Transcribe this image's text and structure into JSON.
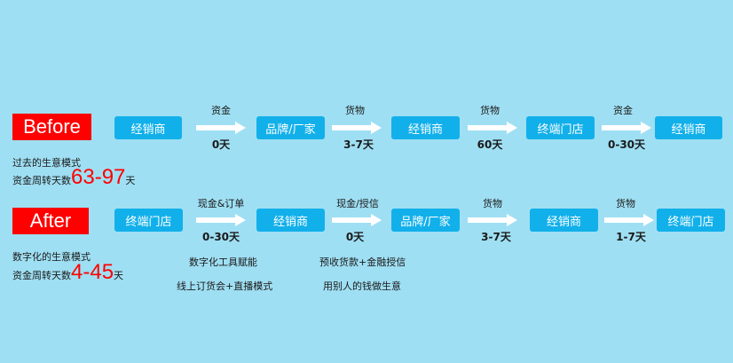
{
  "colors": {
    "background": "#9fdff3",
    "node": "#12b0ea",
    "tag": "#ff0000",
    "arrow": "#ffffff"
  },
  "before": {
    "tag": "Before",
    "nodes": [
      "经销商",
      "品牌/厂家",
      "经销商",
      "终端门店",
      "经销商"
    ],
    "arrows": [
      {
        "top": "资金",
        "bottom": "0天"
      },
      {
        "top": "货物",
        "bottom": "3-7天"
      },
      {
        "top": "货物",
        "bottom": "60天"
      },
      {
        "top": "资金",
        "bottom": "0-30天"
      }
    ],
    "note1": "过去的生意模式",
    "note2_prefix": "资金周转天数",
    "note2_value": "63-97",
    "note2_suffix": "天"
  },
  "after": {
    "tag": "After",
    "nodes": [
      "终端门店",
      "经销商",
      "品牌/厂家",
      "经销商",
      "终端门店"
    ],
    "arrows": [
      {
        "top": "现金&订单",
        "bottom": "0-30天"
      },
      {
        "top": "现金/授信",
        "bottom": "0天"
      },
      {
        "top": "货物",
        "bottom": "3-7天"
      },
      {
        "top": "货物",
        "bottom": "1-7天"
      }
    ],
    "note1": "数字化的生意模式",
    "note2_prefix": "资金周转天数",
    "note2_value": "4-45",
    "note2_suffix": "天",
    "sub_notes": {
      "a1": "数字化工具赋能",
      "a2": "线上订货会+直播模式",
      "b1": "预收货款+金融授信",
      "b2": "用别人的钱做生意"
    }
  }
}
